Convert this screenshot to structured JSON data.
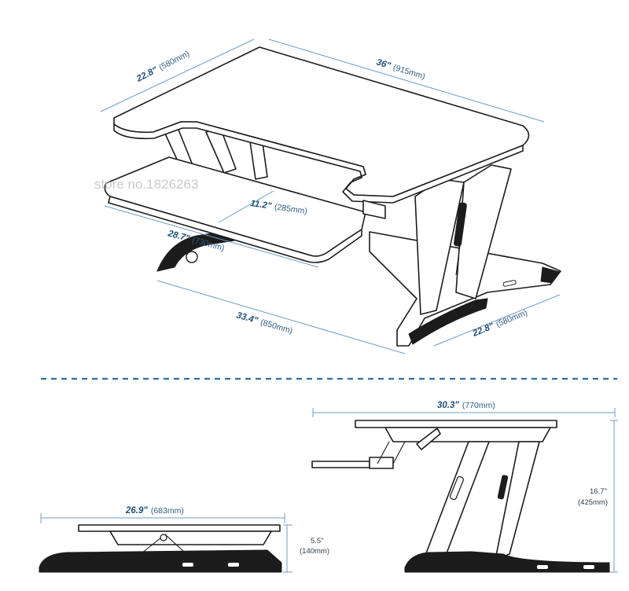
{
  "watermark": "store no.1826263",
  "top_view": {
    "dims": {
      "depth_top": {
        "imperial": "22.8\"",
        "metric": "(580mm)"
      },
      "width_top": {
        "imperial": "36\"",
        "metric": "(915mm)"
      },
      "keyboard_depth": {
        "imperial": "11.2\"",
        "metric": "(285mm)"
      },
      "keyboard_width": {
        "imperial": "28.7\"",
        "metric": "(730mm)"
      },
      "base_width": {
        "imperial": "33.4\"",
        "metric": "(850mm)"
      },
      "base_depth": {
        "imperial": "22.8\"",
        "metric": "(580mm)"
      }
    }
  },
  "lowered_view": {
    "dims": {
      "width": {
        "imperial": "26.9\"",
        "metric": "(683mm)"
      },
      "height": {
        "imperial": "5.5\"",
        "metric": "(140mm)"
      }
    }
  },
  "raised_view": {
    "dims": {
      "width": {
        "imperial": "30.3\"",
        "metric": "(770mm)"
      },
      "height": {
        "imperial": "16.7\"",
        "metric": "(425mm)"
      }
    }
  }
}
